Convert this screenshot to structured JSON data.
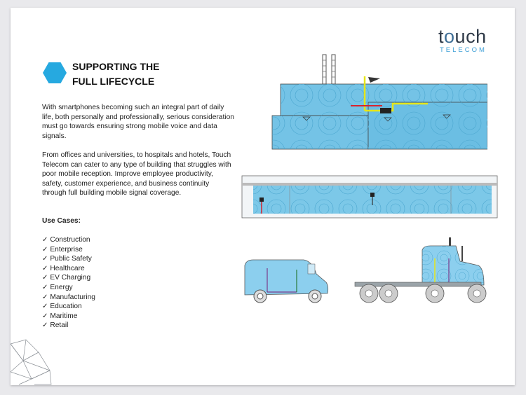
{
  "logo": {
    "word_main_left": "t",
    "word_main_o": "o",
    "word_main_right": "uch",
    "word_sub": "TELECOM"
  },
  "heading": {
    "line1": "SUPPORTING THE",
    "line2": "FULL LIFECYCLE"
  },
  "paragraphs": {
    "p1": "With smartphones becoming such an integral part of daily life, both personally and professionally, serious consideration must go towards ensuring strong mobile voice and data signals.",
    "p2": "From offices and universities, to hospitals and hotels, Touch Telecom can cater to any type of building that struggles with poor mobile reception. Improve employee productivity, safety, customer experience, and business continuity through full building mobile signal coverage."
  },
  "use_cases": {
    "title": "Use Cases:",
    "items": [
      "✓ Construction",
      "✓ Enterprise",
      "✓ Public Safety",
      "✓ Healthcare",
      "✓ EV Charging",
      "✓ Energy",
      "✓ Manufacturing",
      "✓ Education",
      "✓ Maritime",
      "✓ Retail"
    ]
  },
  "colors": {
    "accent": "#26a9e0",
    "blueprint": "#6cc3e8",
    "cable": "#e6e619",
    "logo_dark": "#2f3a48"
  }
}
